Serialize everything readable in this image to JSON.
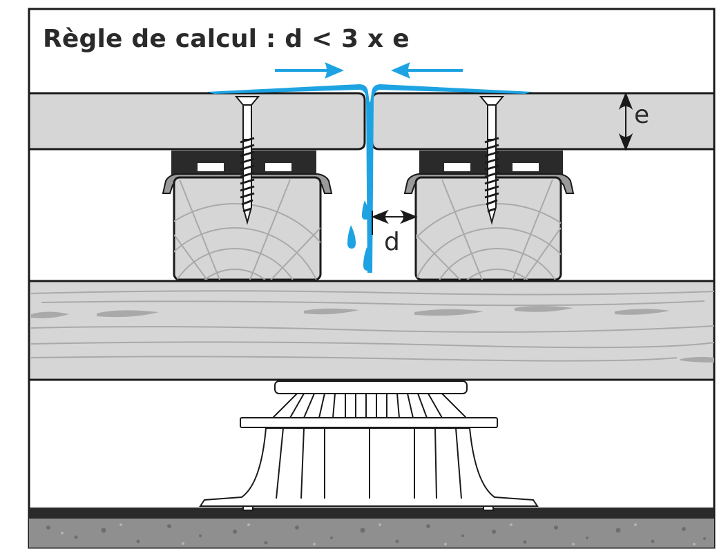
{
  "title": "Règle de calcul : d < 3 x e",
  "labels": {
    "thickness": "e",
    "gap": "d"
  },
  "colors": {
    "water": "#1ea3e2",
    "outline": "#1a1a1a",
    "board": "#d6d6d6",
    "grain": "#a9a9a9",
    "gravel": "#8f8f8f"
  }
}
